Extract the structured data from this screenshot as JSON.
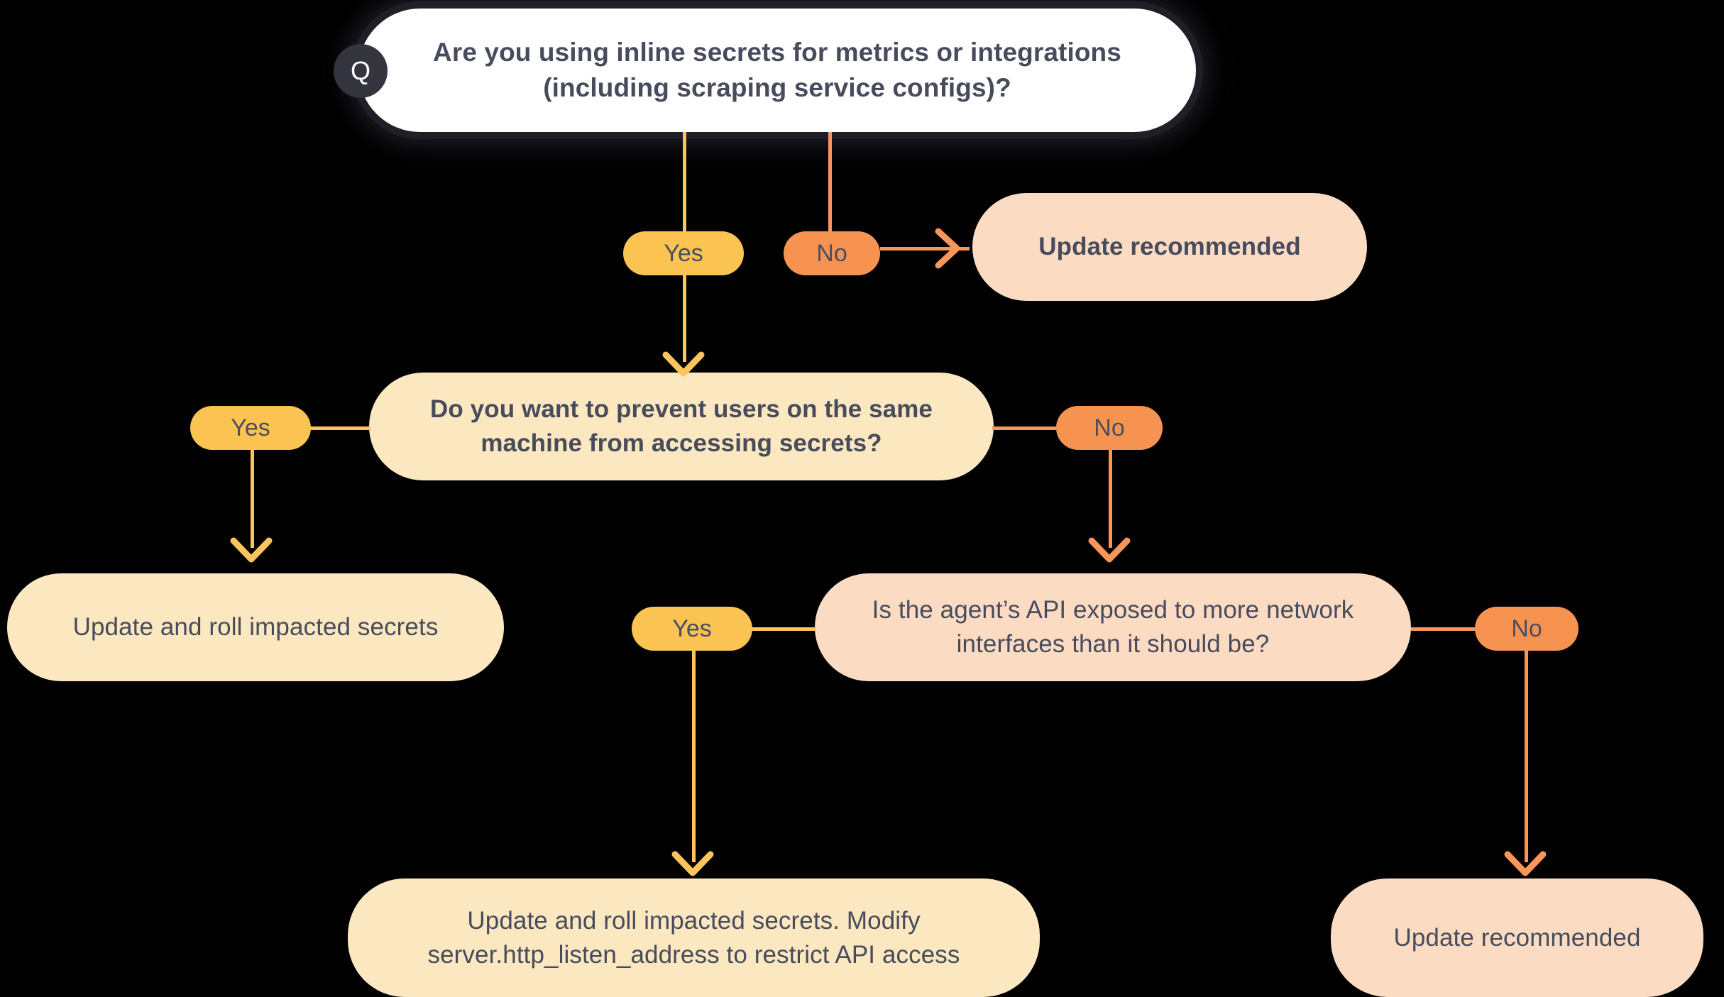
{
  "diagram": {
    "title_badge": "Q",
    "background_color": "#000000",
    "colors": {
      "root_box": "#FFFFFF",
      "cream_box": "#FBE7C0",
      "peach_box": "#FBDCC3",
      "yes_pill": "#FAC352",
      "no_pill": "#F79351",
      "yellow_edge": "#FBC55C",
      "orange_edge": "#F8965A",
      "text": "#474B5C",
      "badge": "#34343F"
    },
    "nodes": {
      "q1": {
        "id": "q1",
        "kind": "question",
        "line1": "Are you using inline secrets for metrics or integrations",
        "line2": "(including scraping service configs)?"
      },
      "r1": {
        "id": "r1",
        "kind": "outcome",
        "text": "Update recommended"
      },
      "q2": {
        "id": "q2",
        "kind": "question",
        "line1": "Do you want to prevent users on the same",
        "line2": "machine from accessing secrets?"
      },
      "r2": {
        "id": "r2",
        "kind": "outcome",
        "text": "Update and roll impacted secrets"
      },
      "q3": {
        "id": "q3",
        "kind": "question",
        "line1": "Is the agent’s API exposed to more network",
        "line2": "interfaces than it should be?"
      },
      "r3": {
        "id": "r3",
        "kind": "outcome",
        "line1": "Update and roll impacted secrets. Modify",
        "line2": "server.http_listen_address to restrict API access"
      },
      "r4": {
        "id": "r4",
        "kind": "outcome",
        "text": "Update recommended"
      }
    },
    "edges": [
      {
        "id": "e1",
        "from": "q1",
        "to": "q2",
        "label": "Yes",
        "type": "yes"
      },
      {
        "id": "e2",
        "from": "q1",
        "to": "r1",
        "label": "No",
        "type": "no"
      },
      {
        "id": "e3",
        "from": "q2",
        "to": "r2",
        "label": "Yes",
        "type": "yes"
      },
      {
        "id": "e4",
        "from": "q2",
        "to": "q3",
        "label": "No",
        "type": "no"
      },
      {
        "id": "e5",
        "from": "q3",
        "to": "r3",
        "label": "Yes",
        "type": "yes"
      },
      {
        "id": "e6",
        "from": "q3",
        "to": "r4",
        "label": "No",
        "type": "no"
      }
    ]
  }
}
